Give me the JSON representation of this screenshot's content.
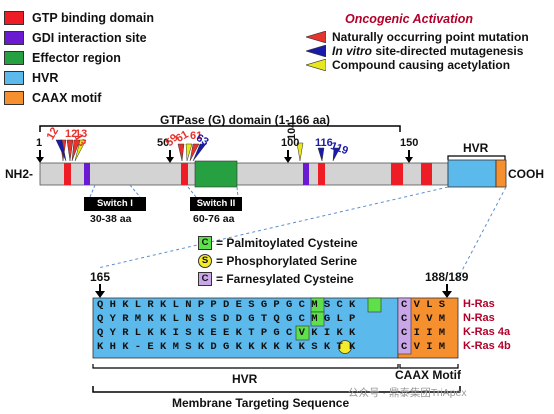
{
  "legend": [
    {
      "label": "GTP binding domain",
      "color": "#ee1c24"
    },
    {
      "label": "GDI interaction site",
      "color": "#6a1bd1"
    },
    {
      "label": "Effector region",
      "color": "#27a041"
    },
    {
      "label": "HVR",
      "color": "#5cb9ec"
    },
    {
      "label": "CAAX motif",
      "color": "#f68f2e"
    }
  ],
  "oncogenic": {
    "title": "Oncogenic Activation",
    "items": [
      {
        "label_plain": "Naturally occurring point mutation",
        "color": "#e8322c"
      },
      {
        "label_italic": "In vitro",
        "label_rest": " site-directed mutagenesis",
        "color": "#1a1aa8"
      },
      {
        "label_plain": "Compound causing acetylation",
        "color": "#e8e61c"
      }
    ]
  },
  "domain": {
    "title": "GTPase (G) domain (1-166 aa)",
    "hvr_label": "HVR",
    "nh2": "NH2-",
    "cooh": "COOH",
    "positions": [
      {
        "label": "1",
        "fill": "#000000"
      },
      {
        "label": "12",
        "fill": "#e8322c"
      },
      {
        "label": "13",
        "fill": "#e8322c"
      },
      {
        "label": "50",
        "fill": "#000000"
      },
      {
        "label": "59",
        "fill": "#e8322c"
      },
      {
        "label": "61",
        "fill": "#e8322c"
      },
      {
        "label": "63",
        "fill": "#1a1aa8"
      },
      {
        "label": "100",
        "fill": "#000000"
      },
      {
        "label": "104",
        "fill": "#e8e61c"
      },
      {
        "label": "116",
        "fill": "#1a1aa8"
      },
      {
        "label": "119",
        "fill": "#1a1aa8"
      },
      {
        "label": "150",
        "fill": "#000000"
      }
    ],
    "switch1": {
      "label": "Switch I",
      "range": "30-38 aa"
    },
    "switch2": {
      "label": "Switch II",
      "range": "60-76 aa"
    }
  },
  "key": {
    "palm": {
      "letter": "C",
      "label": "= Palmitoylated Cysteine",
      "color": "#5ee04a"
    },
    "phos": {
      "letter": "S",
      "label": "= Phosphorylated  Serine",
      "color": "#f4ec28"
    },
    "farn": {
      "letter": "C",
      "label": "= Farnesylated Cysteine",
      "color": "#c9a6e8"
    }
  },
  "alignment": {
    "start_label": "165",
    "end_label": "188/189",
    "rows": [
      {
        "isoform": "H-Ras",
        "hvr": "Q H K L R K L N P P D E S G P G C M S C K",
        "caax": "C V L S"
      },
      {
        "isoform": "N-Ras",
        "hvr": "Q Y R M K K L N S S D D G T Q G C M G L P",
        "caax": "C V V M"
      },
      {
        "isoform": "K-Ras 4a",
        "hvr": "Q Y R L K K I S K E E K T P G C V K I K K",
        "caax": "C I I M"
      },
      {
        "isoform": "K-Ras 4b",
        "hvr": "K H K - E K M S K D G K K K K K K S K T K",
        "caax": "C V I M"
      }
    ],
    "hvr_label": "HVR",
    "caax_label": "CAAX  Motif",
    "membrane_label": "Membrane Targeting Sequence"
  },
  "watermark": "公众号 · 鼎泰集团TriApex"
}
